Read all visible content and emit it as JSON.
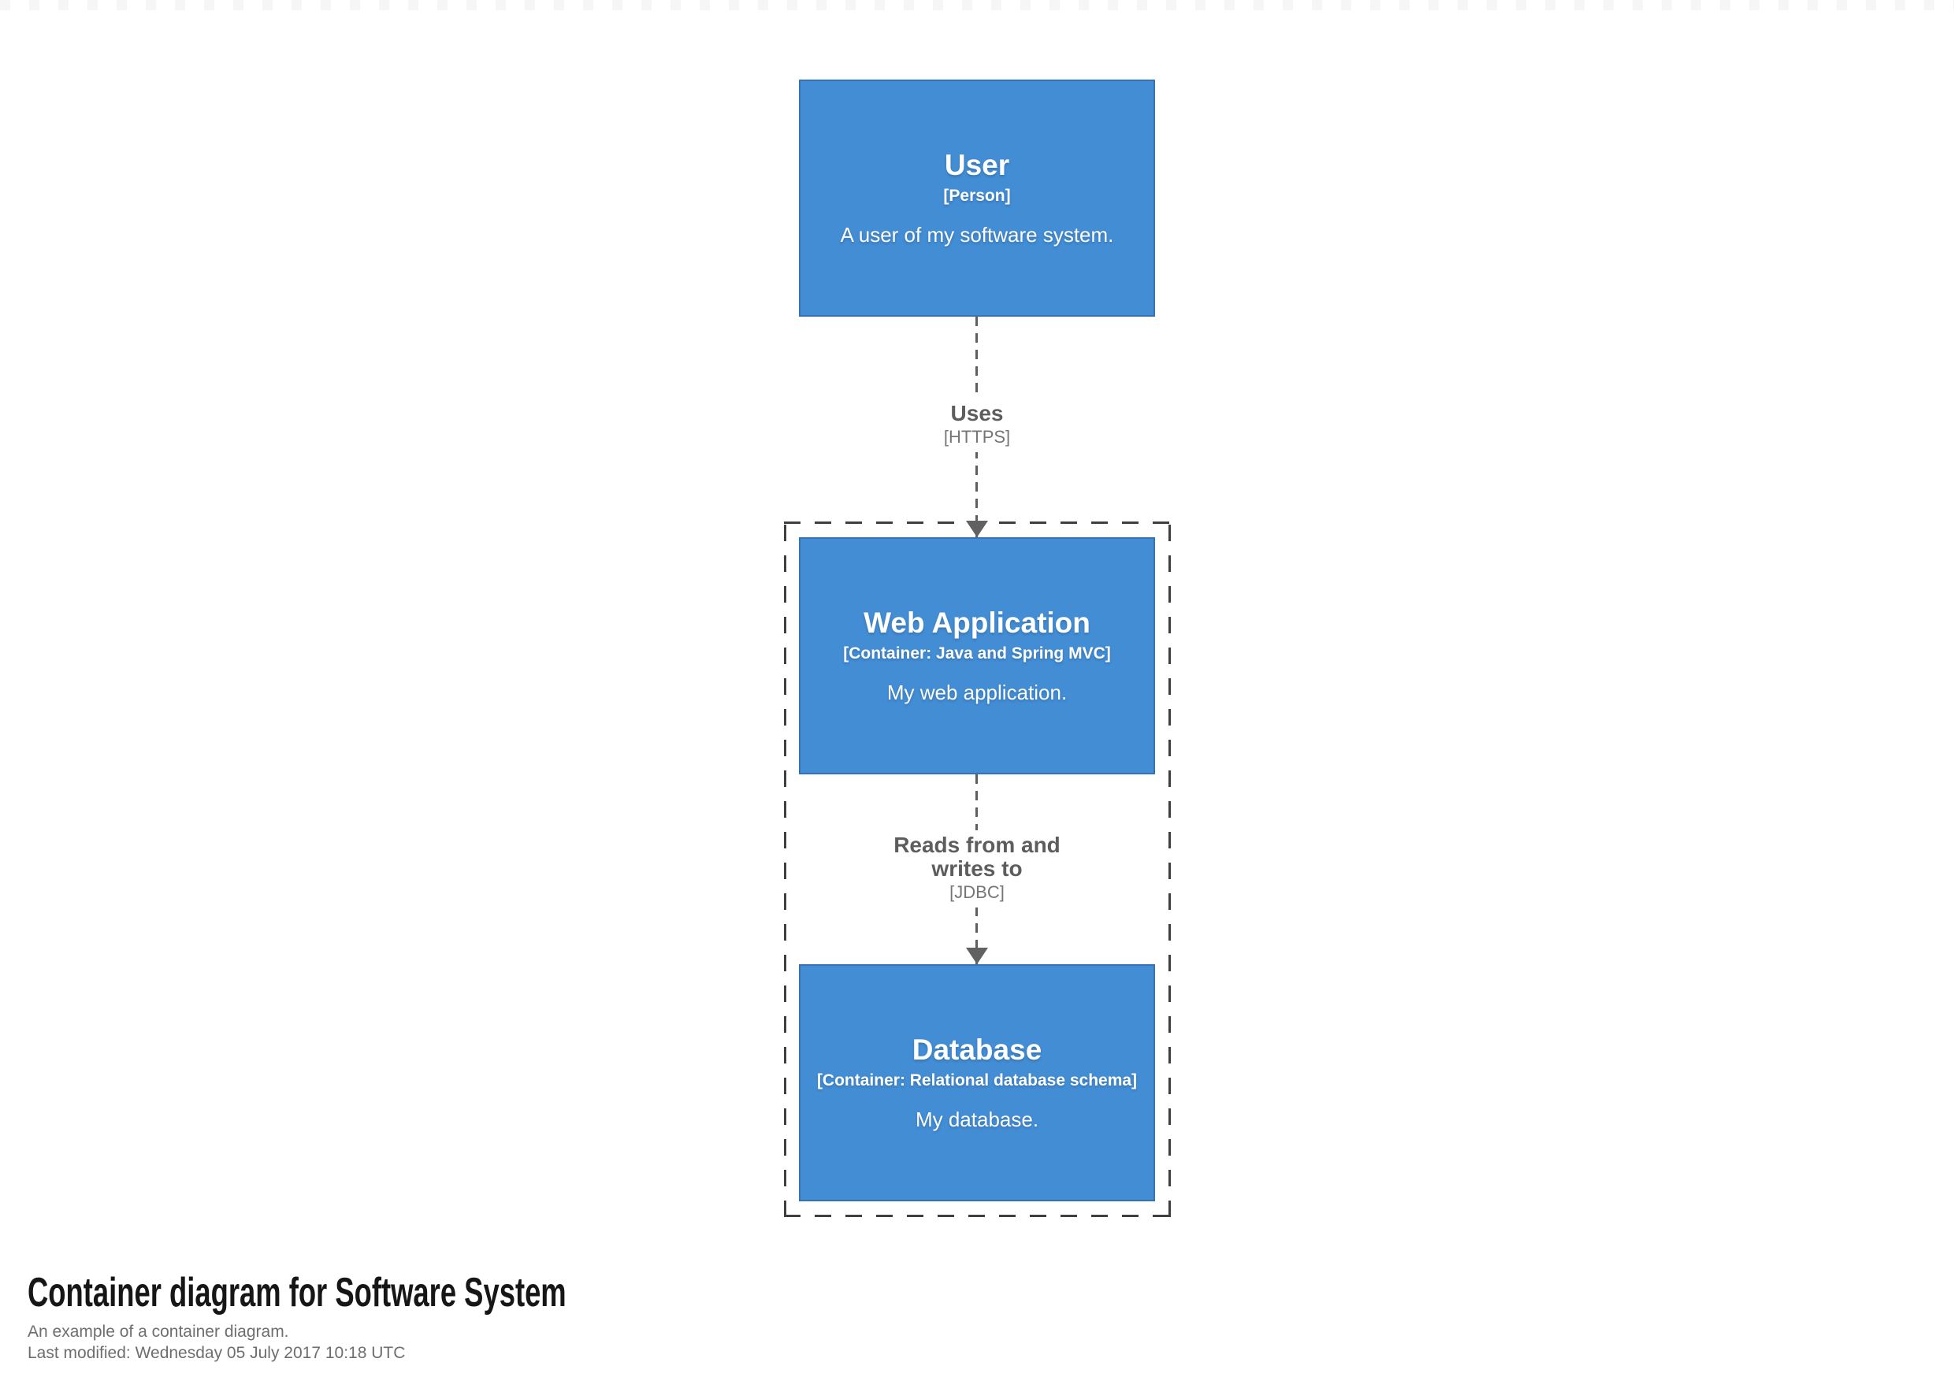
{
  "page": {
    "title": "Container diagram for Software System",
    "subtitle": "An example of a container diagram.",
    "last_modified": "Last modified: Wednesday 05 July 2017 10:18 UTC"
  },
  "colors": {
    "element_fill": "#438dd5",
    "element_border": "#3573b5",
    "element_text": "#ffffff",
    "relationship_text": "#5d5d5d",
    "relationship_technology_text": "#767676",
    "boundary_dash": "#3f3f3f",
    "background": "#ffffff"
  },
  "diagram": {
    "elements": [
      {
        "name": "User",
        "meta": "[Person]",
        "description": "A user of my software system."
      },
      {
        "name": "Web Application",
        "meta": "[Container: Java and Spring MVC]",
        "description": "My web application."
      },
      {
        "name": "Database",
        "meta": "[Container: Relational database schema]",
        "description": "My database."
      }
    ],
    "relationships": [
      {
        "name": "Uses",
        "technology": "[HTTPS]"
      },
      {
        "name": "Reads from and writes to",
        "technology": "[JDBC]"
      }
    ]
  }
}
